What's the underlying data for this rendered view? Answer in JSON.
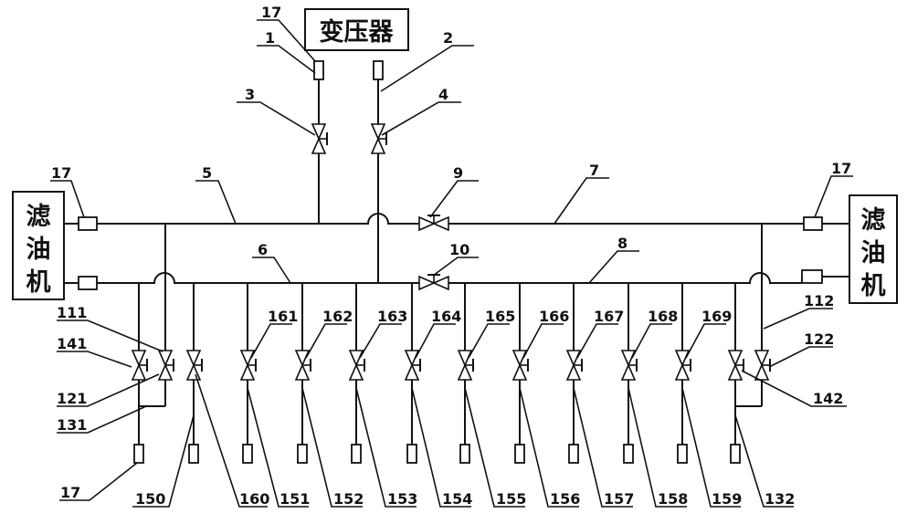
{
  "title_box": "变压器",
  "left_box": [
    "滤",
    "油",
    "机"
  ],
  "right_box": [
    "滤",
    "油",
    "机"
  ],
  "labels": {
    "l17_top": "17",
    "l1": "1",
    "l2": "2",
    "l3": "3",
    "l4": "4",
    "l5": "5",
    "l6": "6",
    "l7": "7",
    "l8": "8",
    "l9": "9",
    "l10": "10",
    "l17_left": "17",
    "l17_right": "17",
    "l17_bottom": "17",
    "l111": "111",
    "l112": "112",
    "l121": "121",
    "l122": "122",
    "l131": "131",
    "l132": "132",
    "l141": "141",
    "l142": "142",
    "l150": "150",
    "l151": "151",
    "l152": "152",
    "l153": "153",
    "l154": "154",
    "l155": "155",
    "l156": "156",
    "l157": "157",
    "l158": "158",
    "l159": "159",
    "l160": "160",
    "l161": "161",
    "l162": "162",
    "l163": "163",
    "l164": "164",
    "l165": "165",
    "l166": "166",
    "l167": "167",
    "l168": "168",
    "l169": "169"
  }
}
